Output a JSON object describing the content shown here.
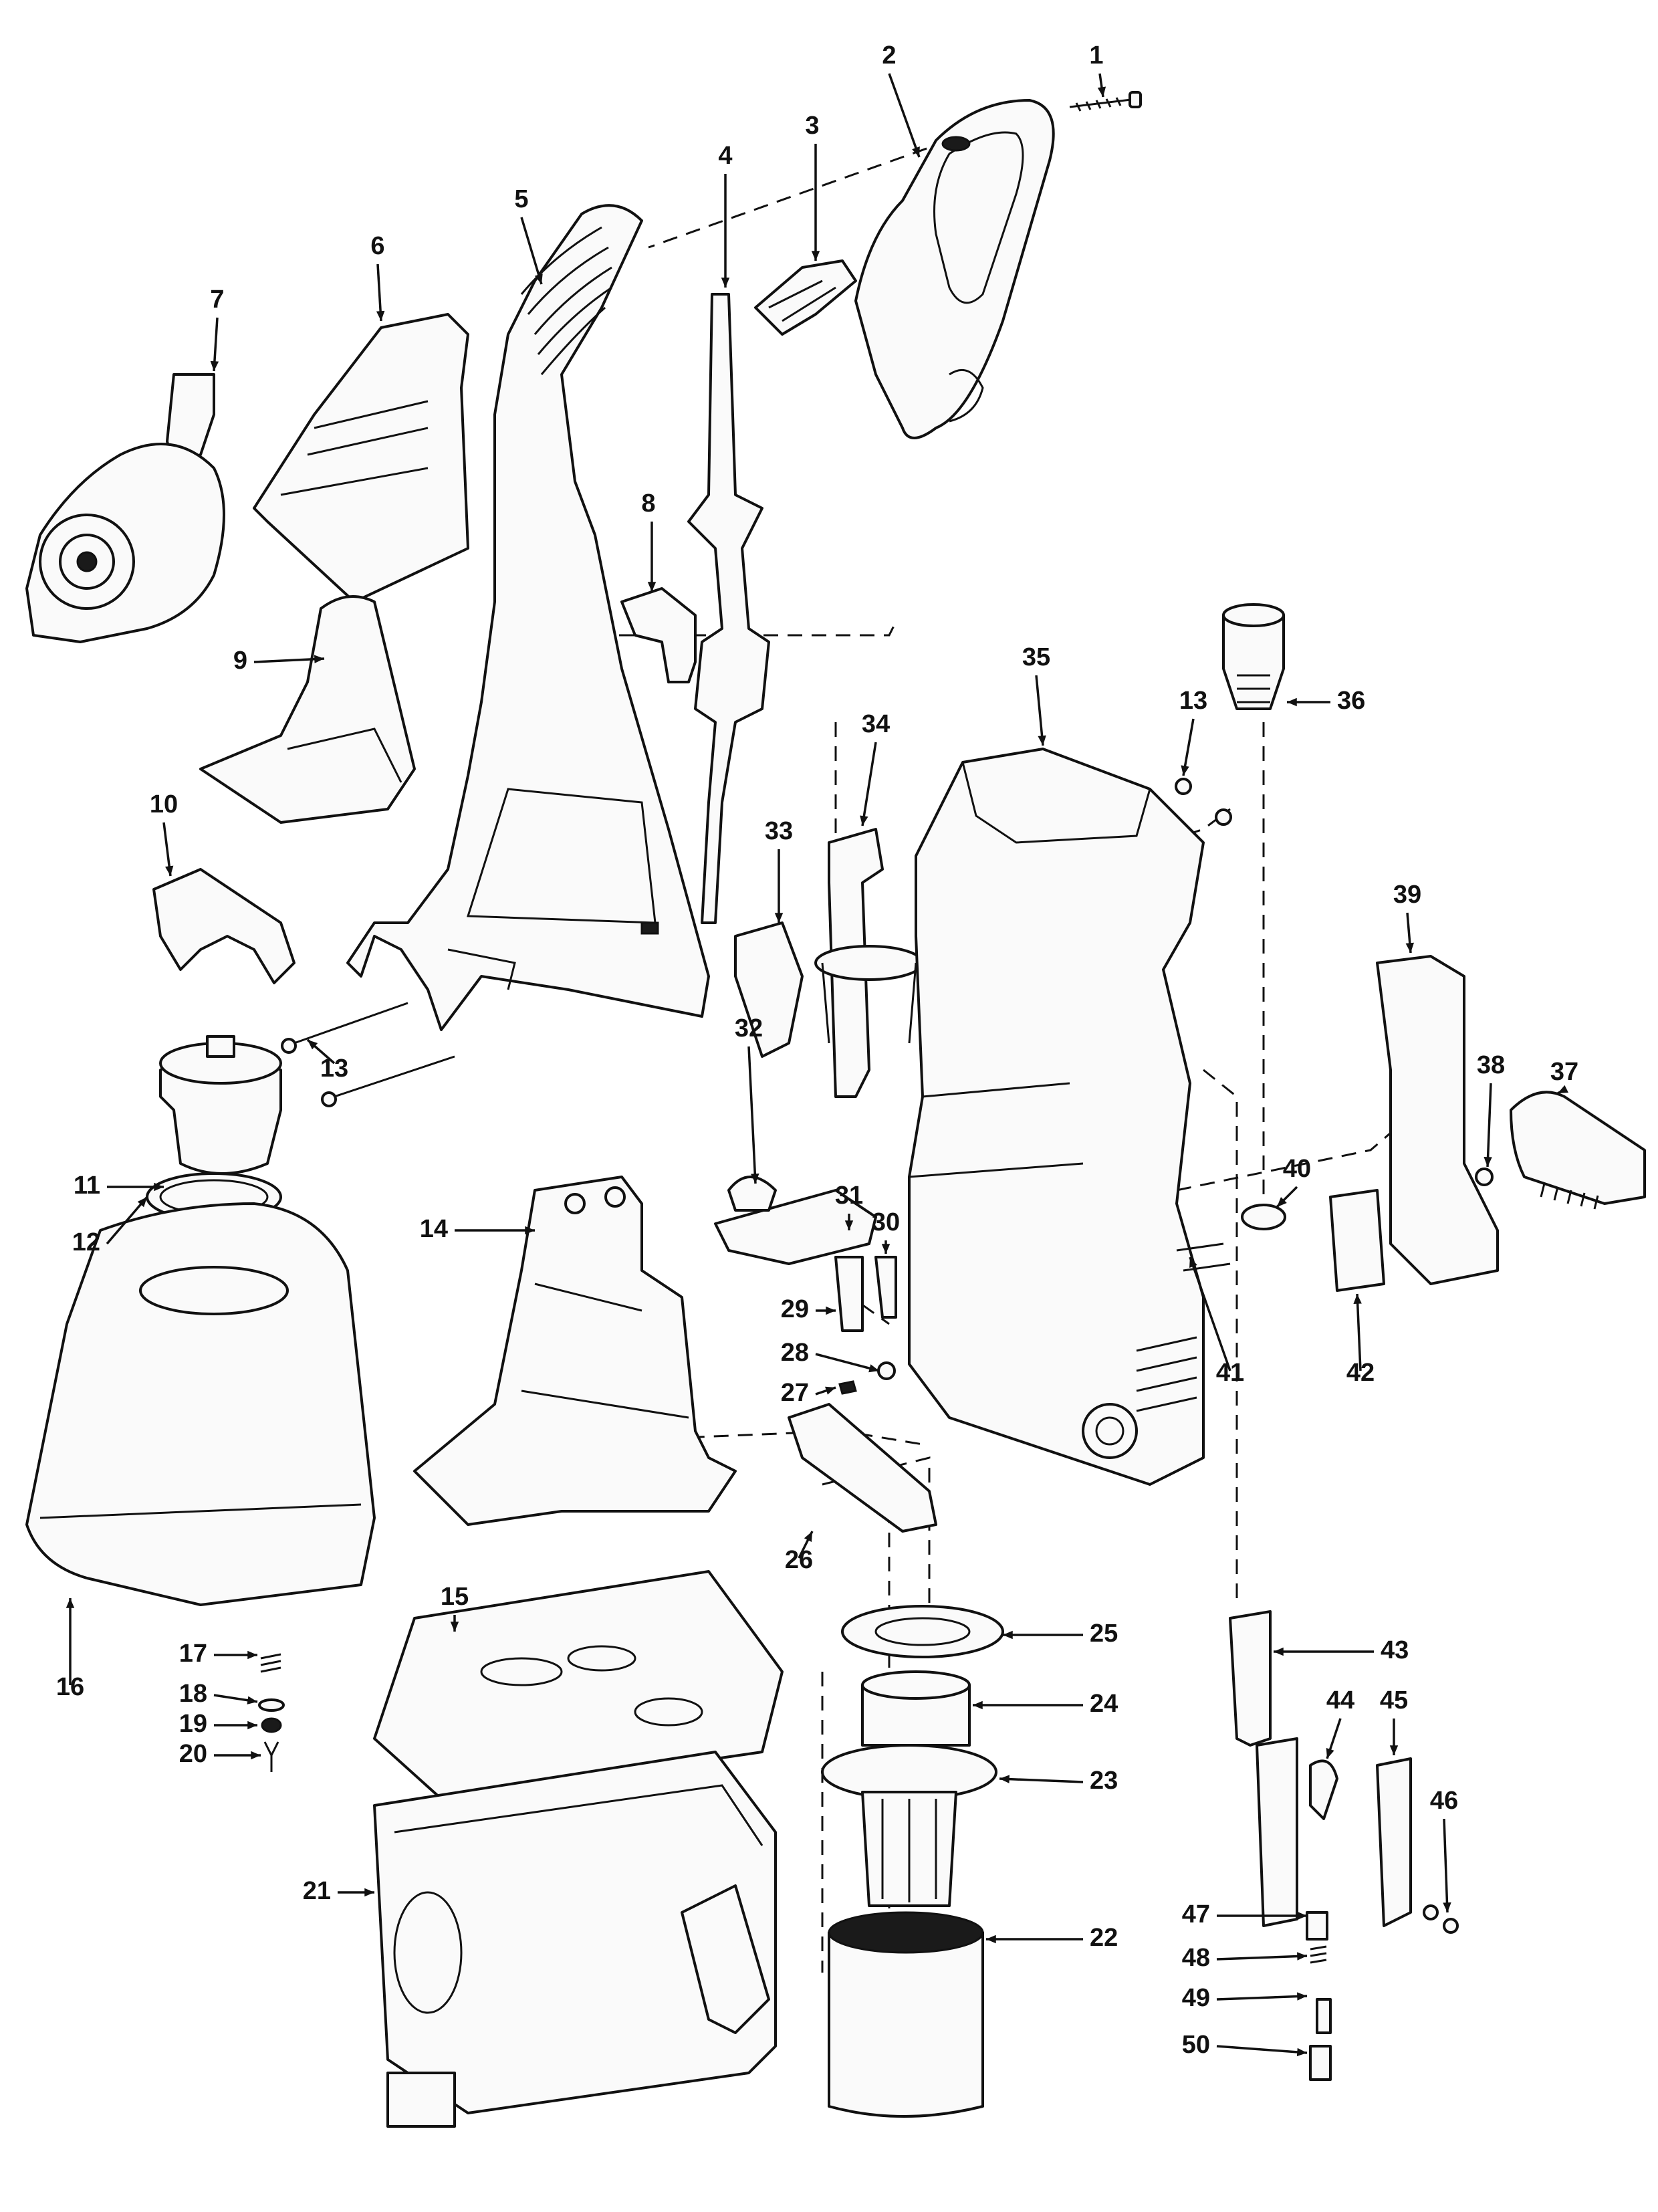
{
  "callouts": [
    {
      "n": "1"
    },
    {
      "n": "2"
    },
    {
      "n": "3"
    },
    {
      "n": "4"
    },
    {
      "n": "5"
    },
    {
      "n": "6"
    },
    {
      "n": "7"
    },
    {
      "n": "8"
    },
    {
      "n": "9"
    },
    {
      "n": "10"
    },
    {
      "n": "11"
    },
    {
      "n": "12"
    },
    {
      "n": "13"
    },
    {
      "n": "14"
    },
    {
      "n": "15"
    },
    {
      "n": "16"
    },
    {
      "n": "17"
    },
    {
      "n": "18"
    },
    {
      "n": "19"
    },
    {
      "n": "20"
    },
    {
      "n": "21"
    },
    {
      "n": "22"
    },
    {
      "n": "23"
    },
    {
      "n": "24"
    },
    {
      "n": "25"
    },
    {
      "n": "26"
    },
    {
      "n": "27"
    },
    {
      "n": "28"
    },
    {
      "n": "29"
    },
    {
      "n": "30"
    },
    {
      "n": "31"
    },
    {
      "n": "32"
    },
    {
      "n": "33"
    },
    {
      "n": "34"
    },
    {
      "n": "35"
    },
    {
      "n": "36"
    },
    {
      "n": "37"
    },
    {
      "n": "38"
    },
    {
      "n": "39"
    },
    {
      "n": "40"
    },
    {
      "n": "41"
    },
    {
      "n": "42"
    },
    {
      "n": "43"
    },
    {
      "n": "44"
    },
    {
      "n": "45"
    },
    {
      "n": "46"
    },
    {
      "n": "47"
    },
    {
      "n": "48"
    },
    {
      "n": "49"
    },
    {
      "n": "50"
    },
    {
      "n": "13"
    }
  ]
}
